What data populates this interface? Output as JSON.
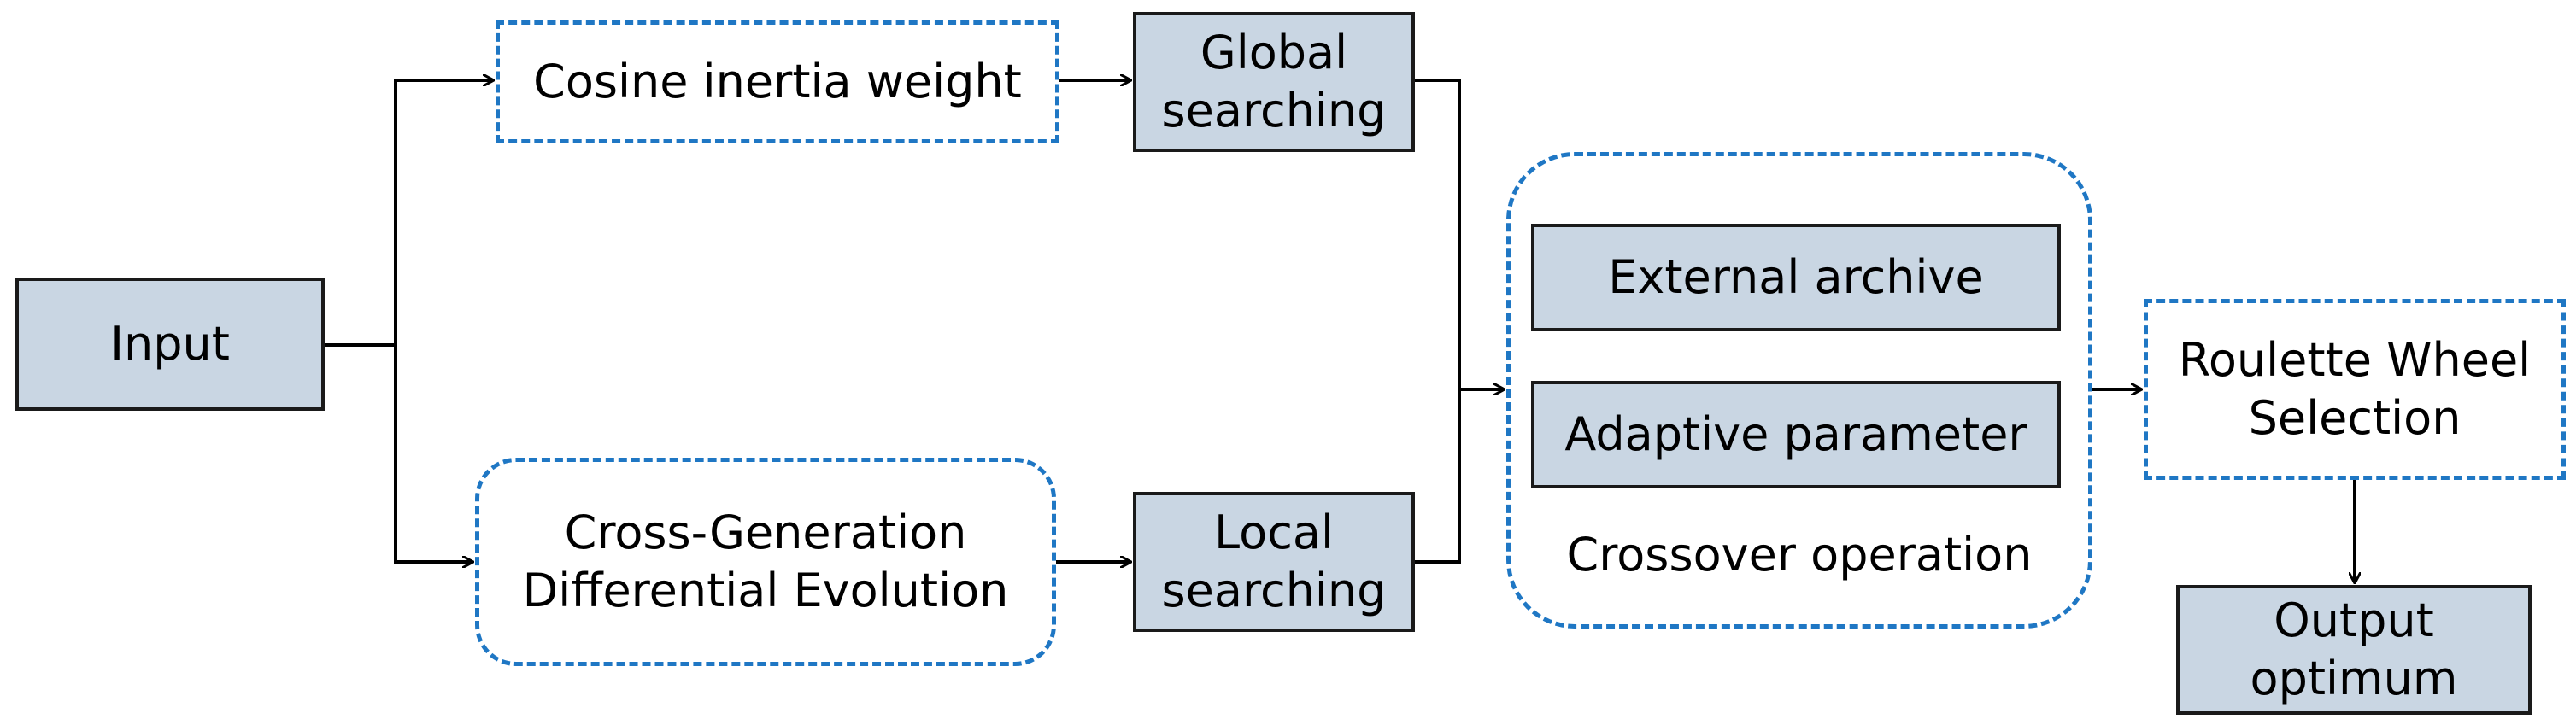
{
  "nodes": {
    "input": {
      "lines": [
        "Input"
      ]
    },
    "cosine": {
      "lines": [
        "Cosine inertia weight"
      ]
    },
    "global": {
      "lines": [
        "Global",
        "searching"
      ]
    },
    "cross_gen": {
      "lines": [
        "Cross-Generation",
        "Differential Evolution"
      ]
    },
    "local": {
      "lines": [
        "Local",
        "searching"
      ]
    },
    "external_archive": {
      "lines": [
        "External archive"
      ]
    },
    "adaptive": {
      "lines": [
        "Adaptive parameter"
      ]
    },
    "crossover_label": "Crossover operation",
    "roulette": {
      "lines": [
        "Roulette Wheel",
        "Selection"
      ]
    },
    "output": {
      "lines": [
        "Output",
        "optimum"
      ]
    }
  },
  "colors": {
    "box_fill": "#c9d6e3",
    "box_border": "#1a1a1a",
    "dashed_border": "#1f77c4",
    "arrow": "#000000"
  }
}
